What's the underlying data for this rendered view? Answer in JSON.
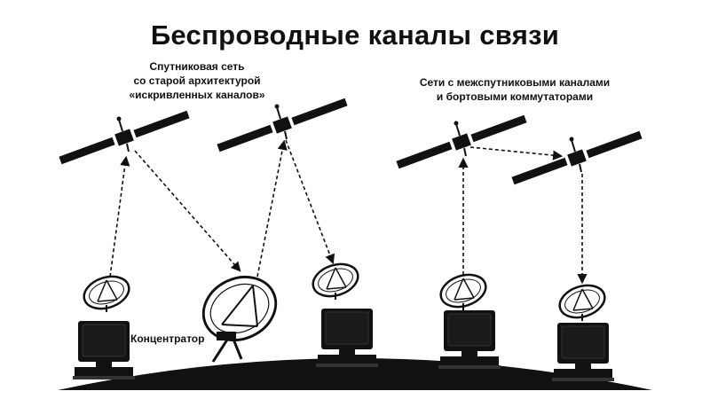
{
  "title": "Беспроводные каналы связи",
  "labels": {
    "left_group": [
      "Спутниковая сеть",
      "со старой архитектурой",
      "«искривленных каналов»"
    ],
    "right_group": [
      "Сети с межспутниковыми каналами",
      "и бортовыми коммутаторами"
    ],
    "hub": "Концентратор"
  }
}
